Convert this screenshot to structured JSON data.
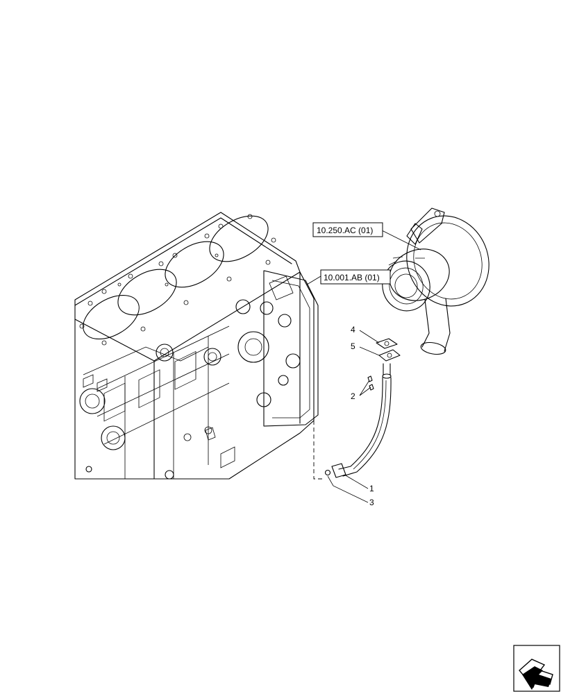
{
  "references": [
    {
      "id": "ref-turbocharger",
      "label": "10.250.AC (01)"
    },
    {
      "id": "ref-engine-block",
      "label": "10.001.AB (01)"
    }
  ],
  "callouts": [
    {
      "id": "callout-1",
      "label": "1"
    },
    {
      "id": "callout-2",
      "label": "2"
    },
    {
      "id": "callout-3",
      "label": "3"
    },
    {
      "id": "callout-4",
      "label": "4"
    },
    {
      "id": "callout-5",
      "label": "5"
    }
  ],
  "navigation": {
    "icon": "return-arrow-icon"
  }
}
